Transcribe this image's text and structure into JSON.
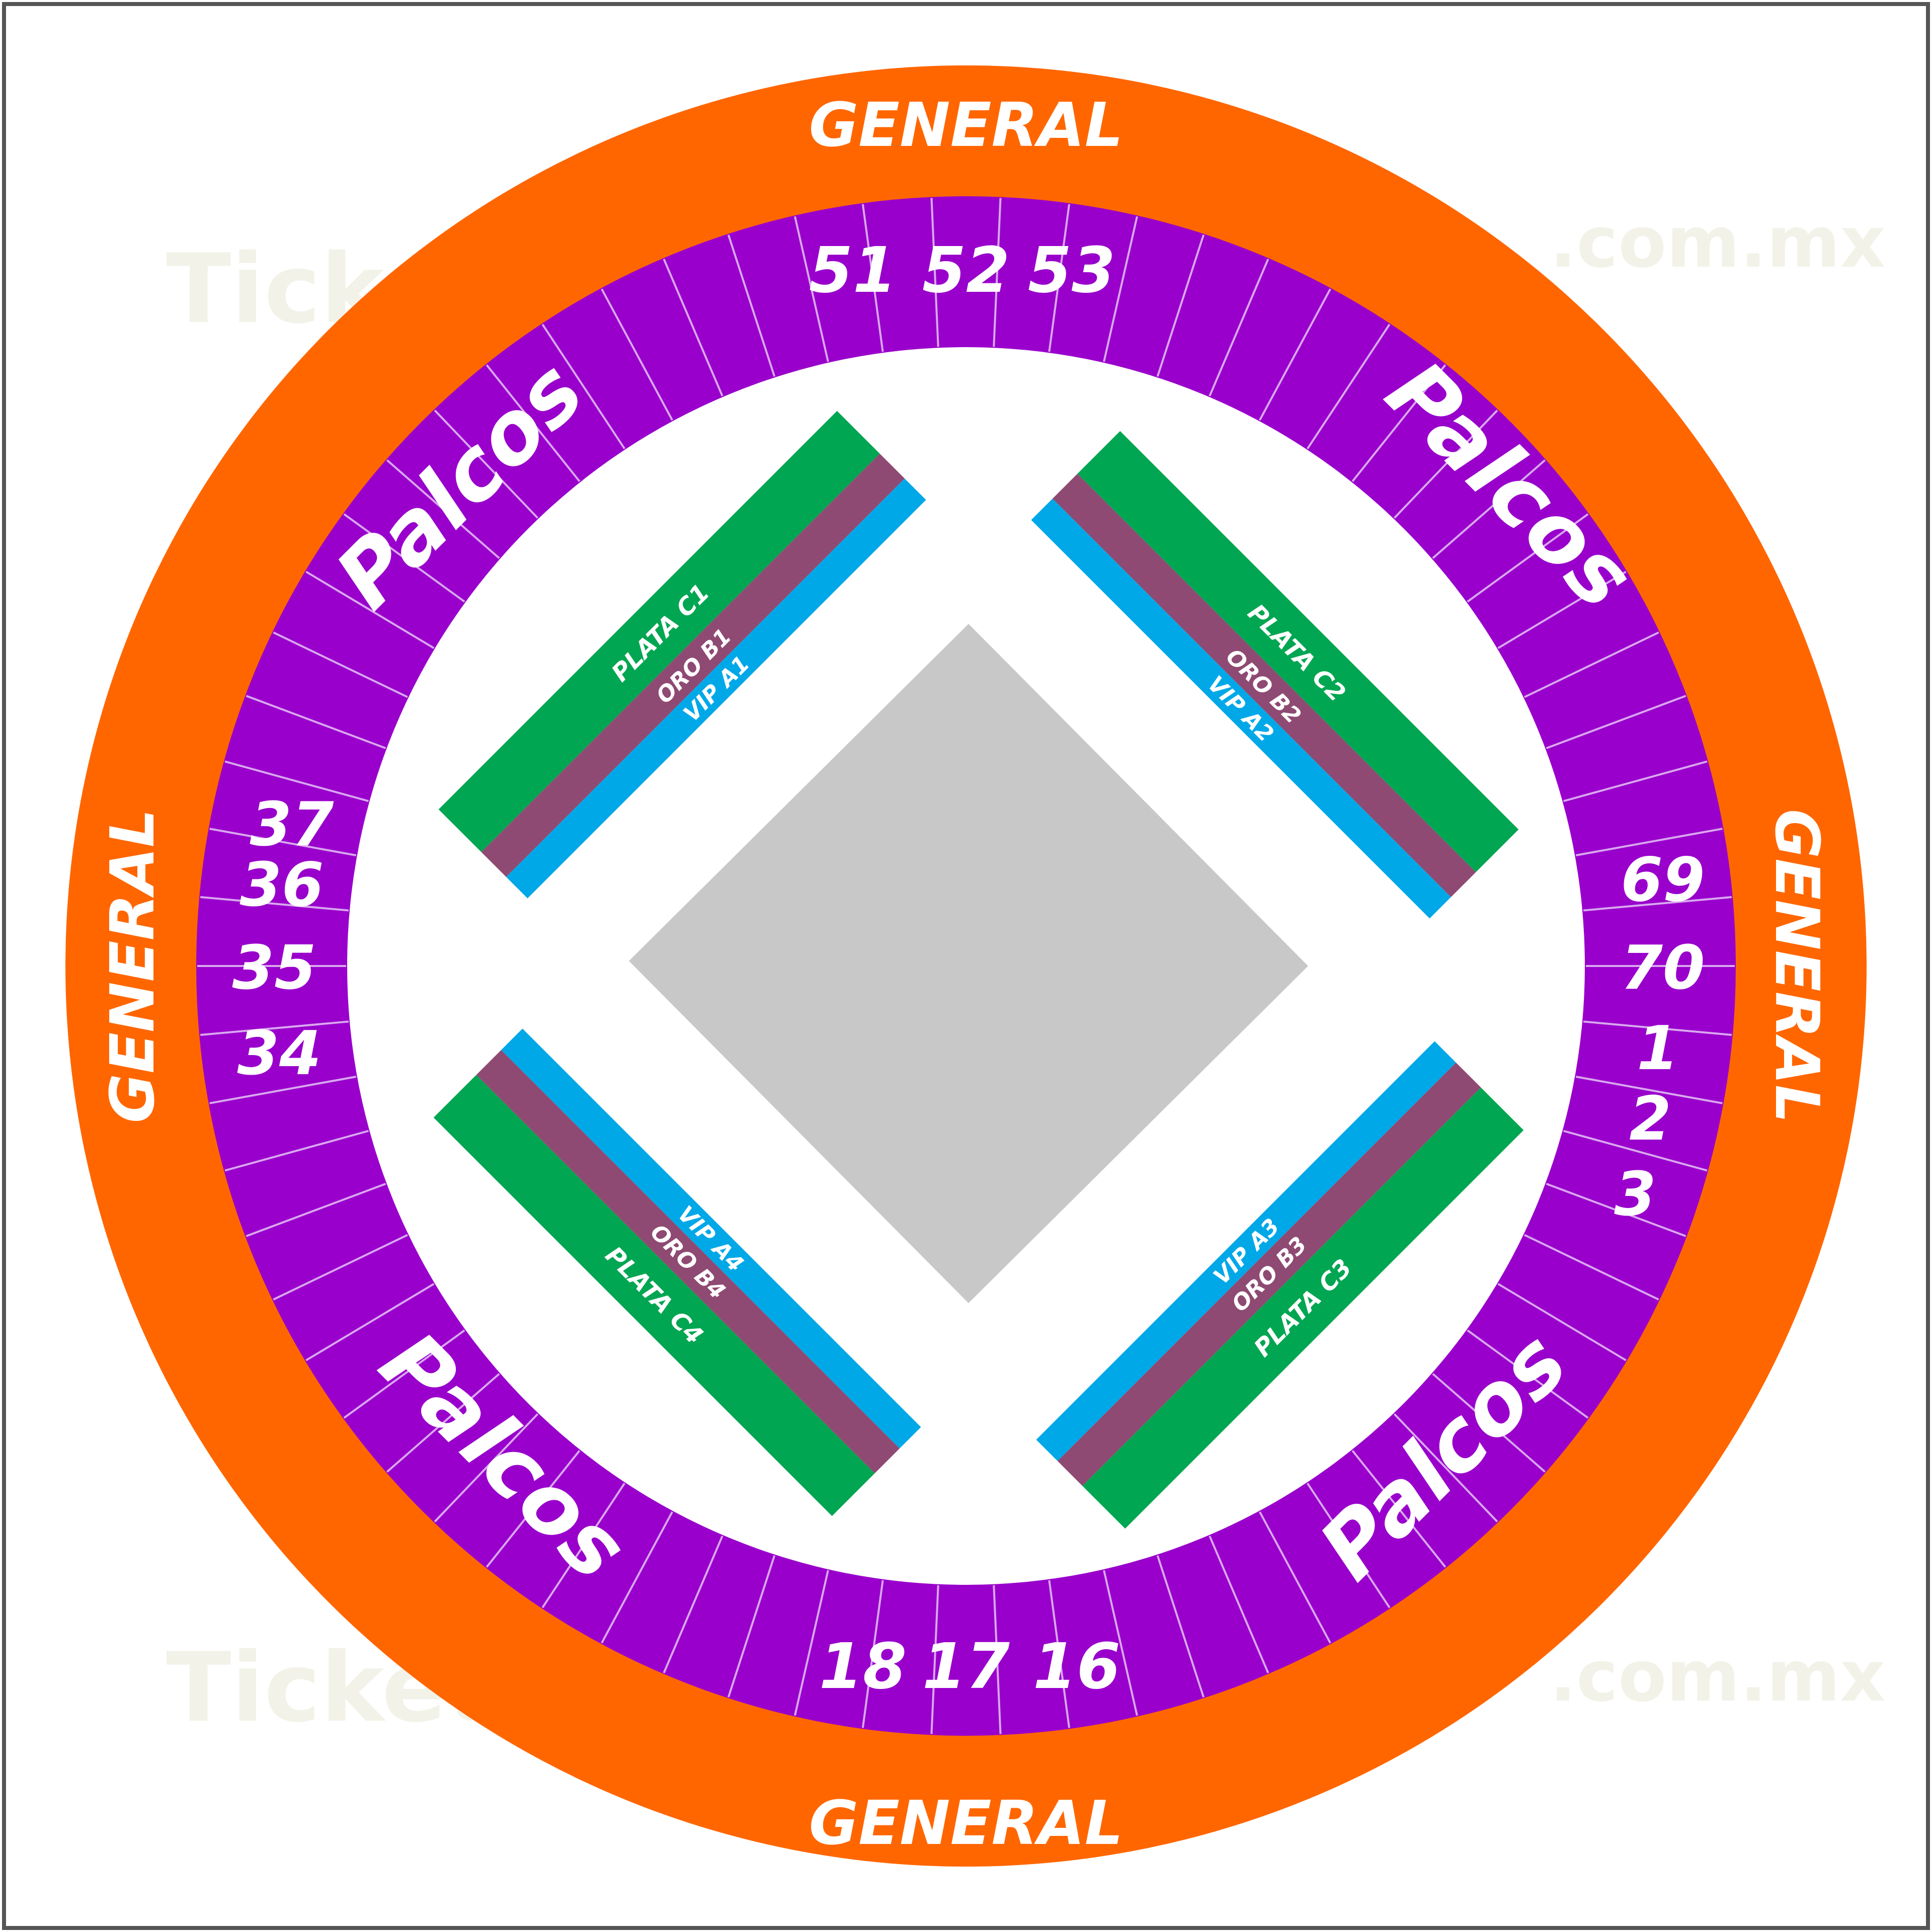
{
  "general_labels": [
    "GENERAL",
    "GENERAL",
    "GENERAL",
    "GENERAL"
  ],
  "palcos_labels": [
    "Palcos",
    "Palcos",
    "Palcos",
    "Palcos"
  ],
  "sections": {
    "top": [
      "51",
      "52",
      "53"
    ],
    "left": [
      "37",
      "36",
      "35",
      "34"
    ],
    "right": [
      "69",
      "70",
      "1",
      "2",
      "3"
    ],
    "bottom": [
      "18",
      "17",
      "16"
    ]
  },
  "zones": {
    "c1": [
      "PLATA C1",
      "ORO B1",
      "VIP A1"
    ],
    "c2": [
      "PLATA C2",
      "ORO B2",
      "VIP A2"
    ],
    "c3": [
      "VIP A3",
      "ORO B3",
      "PLATA C3"
    ],
    "c4": [
      "VIP A4",
      "ORO B4",
      "PLATA C4"
    ]
  },
  "watermark": [
    "TicketSTAR",
    ".com.mx"
  ],
  "colors": {
    "general": "#ff6600",
    "palcos": "#9900cc",
    "plata": "#00a651",
    "oro": "#8e4a73",
    "vip": "#00a8e8",
    "stage": "#c8c8c8",
    "divider": "#d9a8ef"
  }
}
